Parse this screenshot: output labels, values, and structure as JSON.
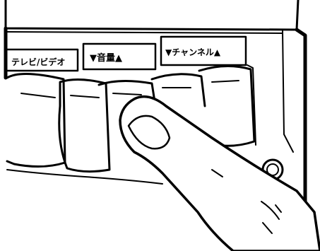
{
  "labels": {
    "tv_video": "テレビ/ビデオ",
    "volume": "▼音量▲",
    "channel": "▼チャンネル▲"
  },
  "colors": {
    "ink": "#000000",
    "paper": "#ffffff"
  }
}
